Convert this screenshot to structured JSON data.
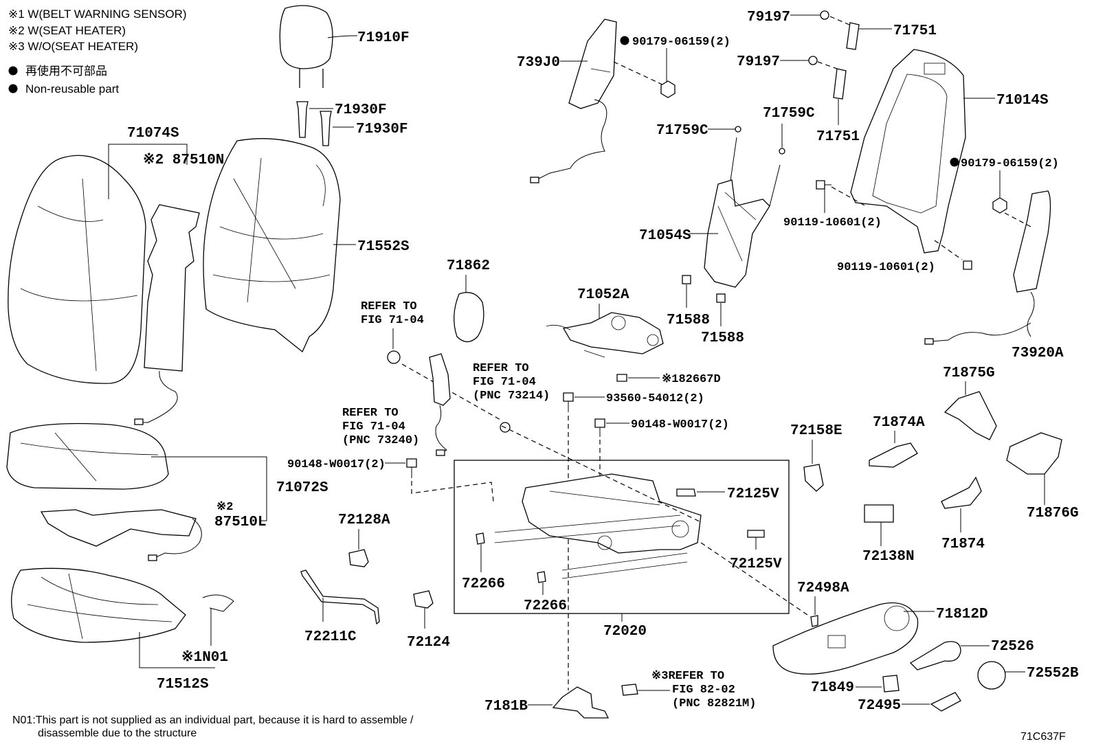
{
  "notes": {
    "n1": "※1 W(BELT WARNING SENSOR)",
    "n2": "※2 W(SEAT HEATER)",
    "n3": "※3 W/O(SEAT HEATER)",
    "nonreusable_jp": "再使用不可部品",
    "nonreusable_en": "Non-reusable part"
  },
  "labels": {
    "p71910F": "71910F",
    "p71930F_a": "71930F",
    "p71930F_b": "71930F",
    "p71074S": "71074S",
    "p87510N": "※2 87510N",
    "p71552S": "71552S",
    "p739J0": "739J0",
    "p90179_a": "90179-06159(2)",
    "p79197_a": "79197",
    "p71751_a": "71751",
    "p79197_b": "79197",
    "p71751_b": "71751",
    "p71014S": "71014S",
    "p71759C_a": "71759C",
    "p71759C_b": "71759C",
    "p90179_b": "90179-06159(2)",
    "p90119_a": "90119-10601(2)",
    "p90119_b": "90119-10601(2)",
    "p71054S": "71054S",
    "p71862": "71862",
    "p71052A": "71052A",
    "p71588_a": "71588",
    "p71588_b": "71588",
    "p73920A": "73920A",
    "p82667D": "※182667D",
    "p93560": "93560-54012(2)",
    "p90148_a": "90148-W0017(2)",
    "p90148_b": "90148-W0017(2)",
    "p71875G": "71875G",
    "p71874A": "71874A",
    "p72158E": "72158E",
    "p71876G": "71876G",
    "p71072S": "71072S",
    "p87510L_note": "※2",
    "p87510L": "87510L",
    "p72125V_a": "72125V",
    "p72125V_b": "72125V",
    "p72128A": "72128A",
    "p72266_a": "72266",
    "p72266_b": "72266",
    "p72138N": "72138N",
    "p71874": "71874",
    "p72498A": "72498A",
    "p71812D": "71812D",
    "p72211C": "72211C",
    "p72124": "72124",
    "p72020": "72020",
    "p72526": "72526",
    "p72552B": "72552B",
    "p71849": "71849",
    "p72495": "72495",
    "p71512S": "71512S",
    "pN01": "※1N01",
    "p7181B": "7181B"
  },
  "refs": {
    "r1": [
      "REFER TO",
      "FIG 71-04"
    ],
    "r2": [
      "REFER TO",
      "FIG 71-04",
      "(PNC 73214)"
    ],
    "r3": [
      "REFER TO",
      "FIG 71-04",
      "(PNC 73240)"
    ],
    "r4": [
      "※3REFER TO",
      "FIG 82-02",
      "(PNC 82821M)"
    ]
  },
  "footnote": {
    "line1": "N01:This part is not supplied as an individual part, because it is hard to assemble /",
    "line2": "disassemble due to the structure"
  },
  "figure_id": "71C637F"
}
